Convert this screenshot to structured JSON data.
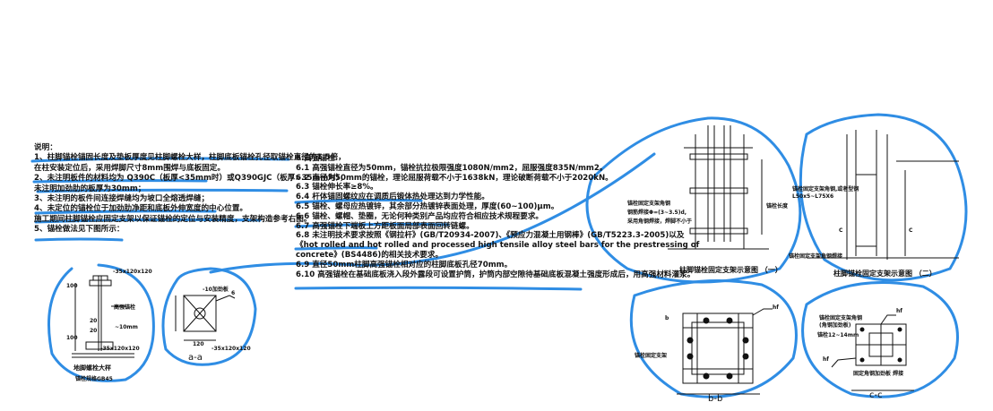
{
  "notes_left": {
    "title": "说明：",
    "lines": [
      "1、柱脚锚栓锚固长度及垫板厚度见柱脚螺栓大样，柱脚底板锚栓孔径取锚栓直径的1.5倍，",
      "   在柱安装定位后，采用焊脚尺寸8mm围焊与底板固定。",
      "2、未注明板件的材料均为 Q390C（板厚<35mm时）或Q390GJC（板厚>35mm时），",
      "   未注明加劲肋的板厚为30mm；",
      "3、未注明的板件间连接焊缝均为坡口全熔透焊缝；",
      "4、未定位的锚栓位于加劲肋净距和底板外伸宽度的中心位置。",
      "   施工期间柱脚锚栓应固定支架以保证锚栓的定位与安装精度，支架构造参考右图。",
      "5、锚栓做法见下图所示："
    ]
  },
  "notes_right": {
    "title": "6.高强锚栓",
    "lines": [
      "6.1  高强锚栓直径为50mm，锚栓抗拉极限强度1080N/mm2，屈服强度835N/mm2。",
      "6.2  直径为50mm的锚栓，理论屈服荷载不小于1638kN，理论破断荷载不小于2020kN。",
      "6.3  锚栓伸长率≥8%。",
      "6.4  杆体锚固螺纹应在调质后锻体热处理达到力学性能。",
      "6.5  锚栓、螺母应热镀锌，其余部分热镀锌表面处理，厚度(60~100)μm。",
      "6.6  锚栓、螺帽、垫圈，无论何种类别产品均应符合相应技术规程要求。",
      "6.7  高强锚栓下端板上方距板面局部表面回转链螺。",
      "6.8  未注明技术要求按照《钢拉杆》(GB/T20934-2007)、《预应力混凝土用钢棒》(GB/T5223.3-2005)以及",
      "     《hot rolled and hot rolled and processed high tensile alloy steel bars for the prestressing of",
      "     concrete》(BS4486)的相关技术要求。",
      "6.9  直径50mm柱脚高强锚栓相对应的柱脚底板孔径70mm。",
      "6.10  高强锚栓在基础底板浇入段外露段可设置护筒，护筒内部空隙待基础底板混凝土强度形成后，用高强材料灌浆。"
    ]
  },
  "bolt_detail": {
    "dims": [
      "-35x120x120",
      "20",
      "20",
      "~10mm",
      "-35x120x120",
      "100",
      "100"
    ],
    "label_mid": "高强锚栓",
    "caption": "地脚螺栓大样",
    "sub": "锚栓规格GB45"
  },
  "plate_aa": {
    "label_top": "-10加劲板",
    "weld": "6",
    "dim": "120",
    "plate": "-35x120x120",
    "caption": "a-a"
  },
  "frame1": {
    "caption": "柱脚锚栓固定支架示意图 （一）",
    "note1": "锚栓固定支架角钢",
    "note2": "钢筋焊接Φ=(3~3.5)d,",
    "note3": "采用角钢焊接，焊脚不小于",
    "dim_side": "锚栓长度"
  },
  "frame2": {
    "caption": "柱脚锚栓固定支架示意图 （二）",
    "note1": "锚栓固定支架角钢,或者型钢",
    "note2": "L50x5~L75X6",
    "label_c1": "C",
    "label_c2": "C",
    "bottom_note": "锚栓固定支架角钢焊接"
  },
  "section_bb": {
    "caption": "b-b",
    "hf": "hf",
    "label_b": "b",
    "note": "锚栓固定支架"
  },
  "section_cc": {
    "caption": "c-c",
    "hf1": "hf",
    "hf2": "hf",
    "note1": "锚栓固定支架角钢",
    "note2": "(角钢加劲板)",
    "note3": "锚栓12~14mm",
    "note4": "固定角钢加劲板 焊接"
  }
}
